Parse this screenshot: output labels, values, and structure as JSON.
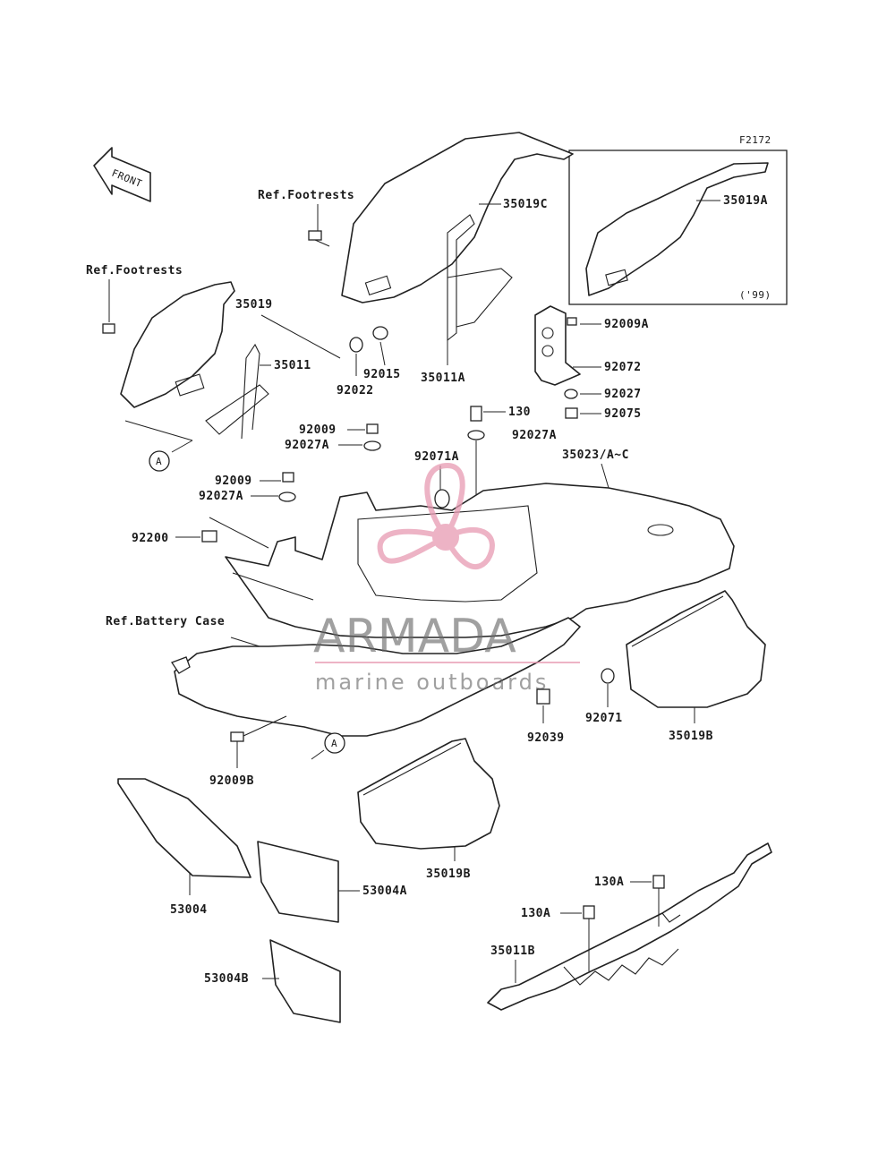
{
  "diagram_code": "F2172",
  "inset_year": "('99)",
  "front_label": "FRONT",
  "watermark": {
    "brand": "ARMADA",
    "tagline": "marine outboards",
    "color": "#e79ab2"
  },
  "refs": {
    "footrests_1": "Ref.Footrests",
    "footrests_2": "Ref.Footrests",
    "battery_case": "Ref.Battery Case"
  },
  "markers": {
    "a1": "A",
    "a2": "A"
  },
  "parts": {
    "p35019C": "35019C",
    "p35019A": "35019A",
    "p35019": "35019",
    "p35011": "35011",
    "p92015": "92015",
    "p92022": "92022",
    "p35011A": "35011A",
    "p92009A": "92009A",
    "p92072": "92072",
    "p92027": "92027",
    "p92075": "92075",
    "p130": "130",
    "p92027A_top": "92027A",
    "p92009_1": "92009",
    "p92027A_1": "92027A",
    "p92071A": "92071A",
    "p35023": "35023/A~C",
    "p92009_2": "92009",
    "p92027A_2": "92027A",
    "p92200": "92200",
    "p92071": "92071",
    "p92039": "92039",
    "p35019B_r": "35019B",
    "p92009B": "92009B",
    "p35019B_b": "35019B",
    "p53004": "53004",
    "p53004A": "53004A",
    "p53004B": "53004B",
    "p130A_1": "130A",
    "p130A_2": "130A",
    "p35011B": "35011B"
  }
}
